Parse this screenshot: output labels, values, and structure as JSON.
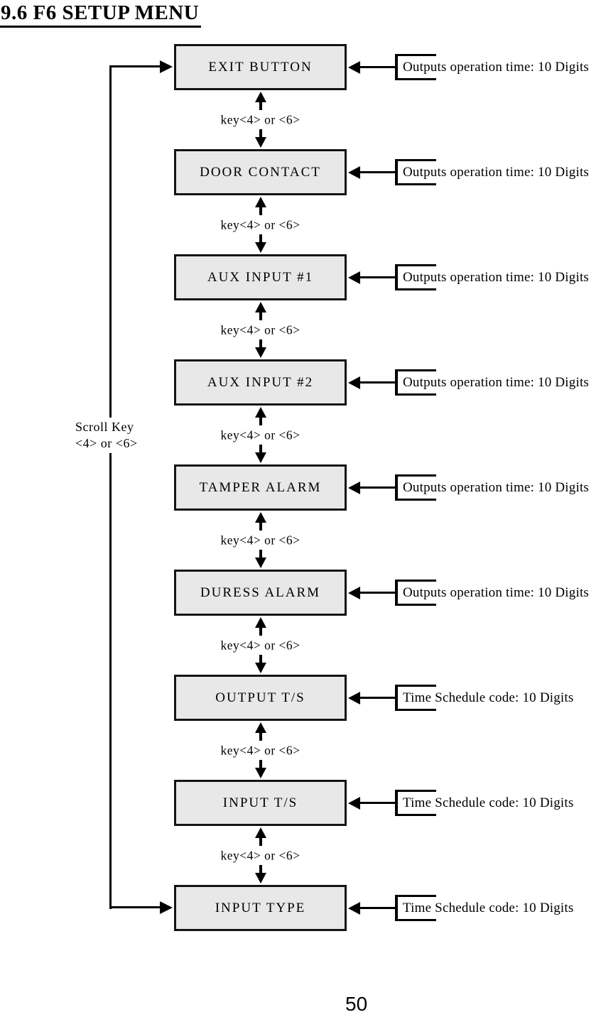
{
  "page": {
    "title": "9.6 F6 SETUP MENU",
    "page_number": "50"
  },
  "flowchart": {
    "scroll_key_label": {
      "line1": "Scroll Key",
      "line2": "<4> or <6>"
    },
    "step_key_label": "key<4> or <6>",
    "menu_items": [
      {
        "label": "EXIT BUTTON",
        "annotation": "Outputs operation time: 10 Digits"
      },
      {
        "label": "DOOR CONTACT",
        "annotation": "Outputs operation time: 10 Digits"
      },
      {
        "label": "AUX INPUT #1",
        "annotation": "Outputs operation time: 10 Digits"
      },
      {
        "label": "AUX INPUT #2",
        "annotation": "Outputs operation time: 10 Digits"
      },
      {
        "label": "TAMPER ALARM",
        "annotation": "Outputs operation time: 10 Digits"
      },
      {
        "label": "DURESS ALARM",
        "annotation": "Outputs operation time: 10 Digits"
      },
      {
        "label": "OUTPUT T/S",
        "annotation": "Time Schedule code: 10 Digits"
      },
      {
        "label": "INPUT T/S",
        "annotation": "Time Schedule code: 10 Digits"
      },
      {
        "label": "INPUT TYPE",
        "annotation": "Time Schedule code: 10 Digits"
      }
    ]
  },
  "colors": {
    "background": "#ffffff",
    "box_fill": "#e8e8e8",
    "line": "#000000",
    "text": "#000000"
  }
}
